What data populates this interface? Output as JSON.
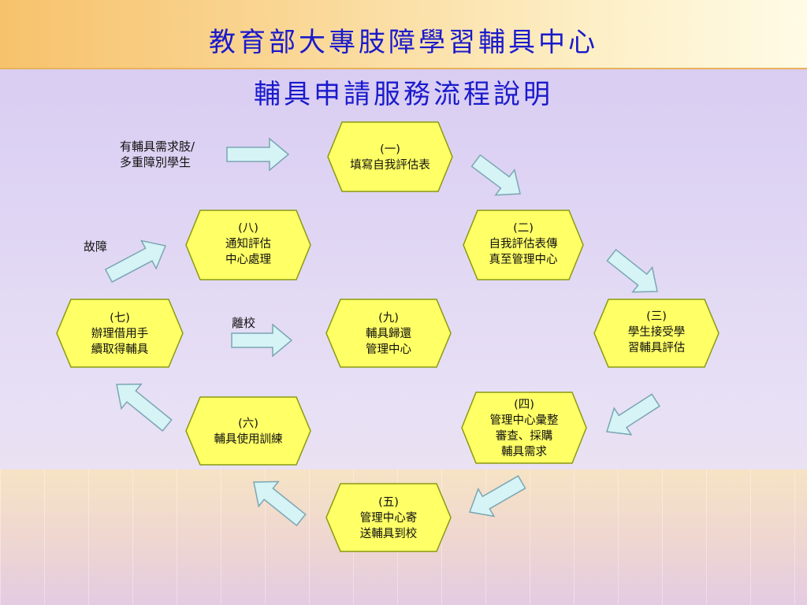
{
  "header": {
    "title": "教育部大專肢障學習輔具中心",
    "subtitle": "輔具申請服務流程說明"
  },
  "steps": [
    {
      "id": "one",
      "number": "(一)",
      "lines": [
        "填寫自我評估表"
      ]
    },
    {
      "id": "two",
      "number": "(二)",
      "lines": [
        "自我評估表傳",
        "真至管理中心"
      ]
    },
    {
      "id": "three",
      "number": "(三)",
      "lines": [
        "學生接受學",
        "習輔具評估"
      ]
    },
    {
      "id": "four",
      "number": "(四)",
      "lines": [
        "管理中心彙整",
        "審查、採購",
        "輔具需求"
      ]
    },
    {
      "id": "five",
      "number": "(五)",
      "lines": [
        "管理中心寄",
        "送輔具到校"
      ]
    },
    {
      "id": "six",
      "number": "(六)",
      "lines": [
        "輔具使用訓練"
      ]
    },
    {
      "id": "seven",
      "number": "(七)",
      "lines": [
        "辦理借用手",
        "續取得輔具"
      ]
    },
    {
      "id": "eight",
      "number": "(八)",
      "lines": [
        "通知評估",
        "中心處理"
      ]
    },
    {
      "id": "nine",
      "number": "(九)",
      "lines": [
        "輔具歸還",
        "管理中心"
      ]
    }
  ],
  "side_labels": {
    "start": [
      "有輔具需求肢/",
      "多重障別學生"
    ],
    "fault": [
      "故障"
    ],
    "leave": [
      "離校"
    ]
  },
  "colors": {
    "box_fill": "#ffff66",
    "box_stroke": "#8a9a10",
    "arrow_fill": "#d6f3f6",
    "arrow_stroke": "#7aa6b4",
    "title": "#1a1acc"
  }
}
